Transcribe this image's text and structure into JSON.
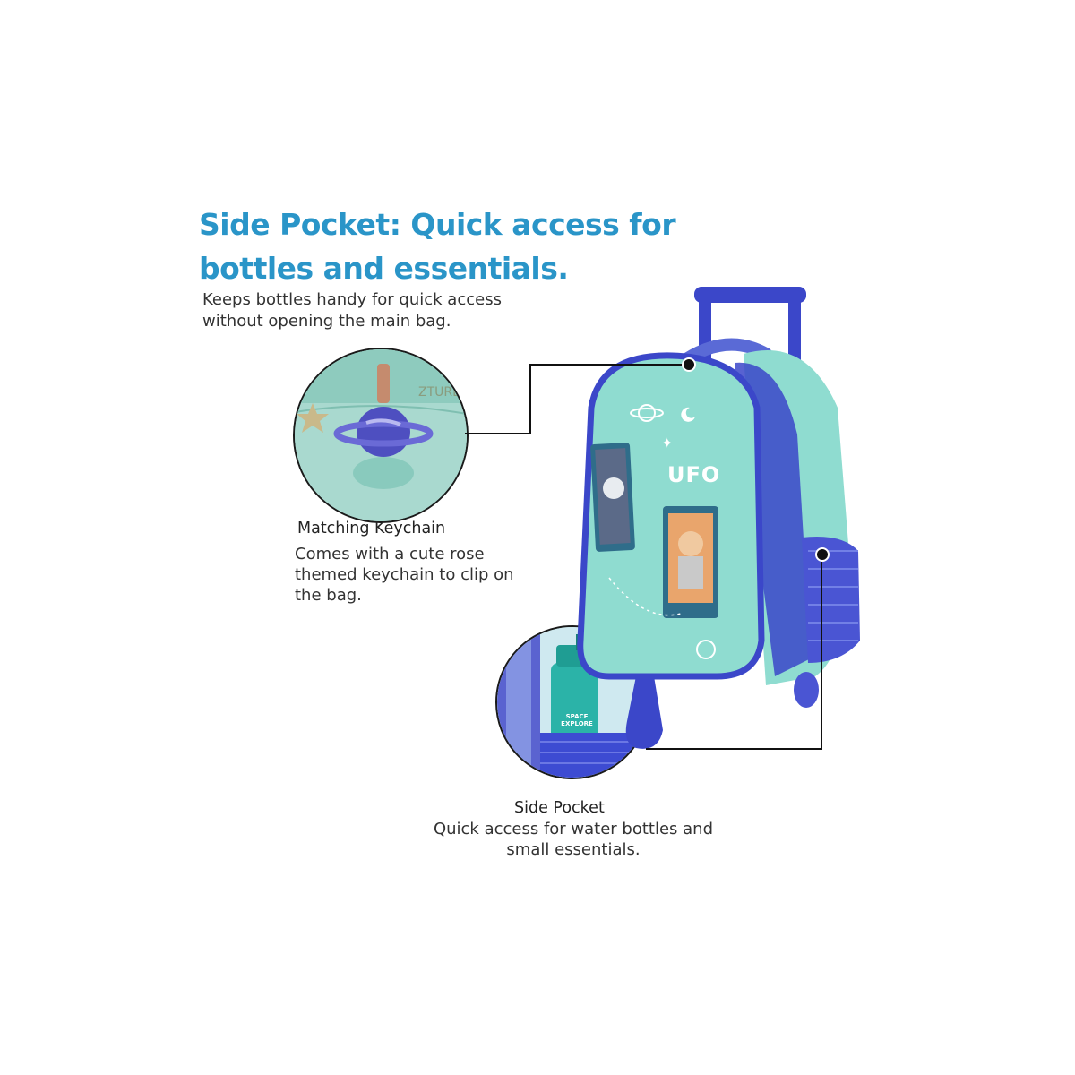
{
  "headline": {
    "line1": "Side Pocket: Quick access for",
    "line2": "bottles and essentials."
  },
  "subheadline": {
    "line1": "Keeps bottles handy for quick access",
    "line2": "without opening the main bag."
  },
  "callouts": {
    "keychain": {
      "title": "Matching Keychain",
      "line1": "Comes with a cute rose",
      "line2": "themed keychain to clip on",
      "line3": "the bag."
    },
    "side_pocket": {
      "title": "Side Pocket",
      "line1": "Quick access for water bottles and",
      "line2": "small essentials."
    }
  },
  "bag": {
    "print_text": "UFO",
    "bottle_label": "SPACE EXPLORE"
  },
  "colors": {
    "headline": "#2a95c8",
    "bag_mint": "#8fdcd0",
    "bag_blue": "#3b47c9"
  }
}
